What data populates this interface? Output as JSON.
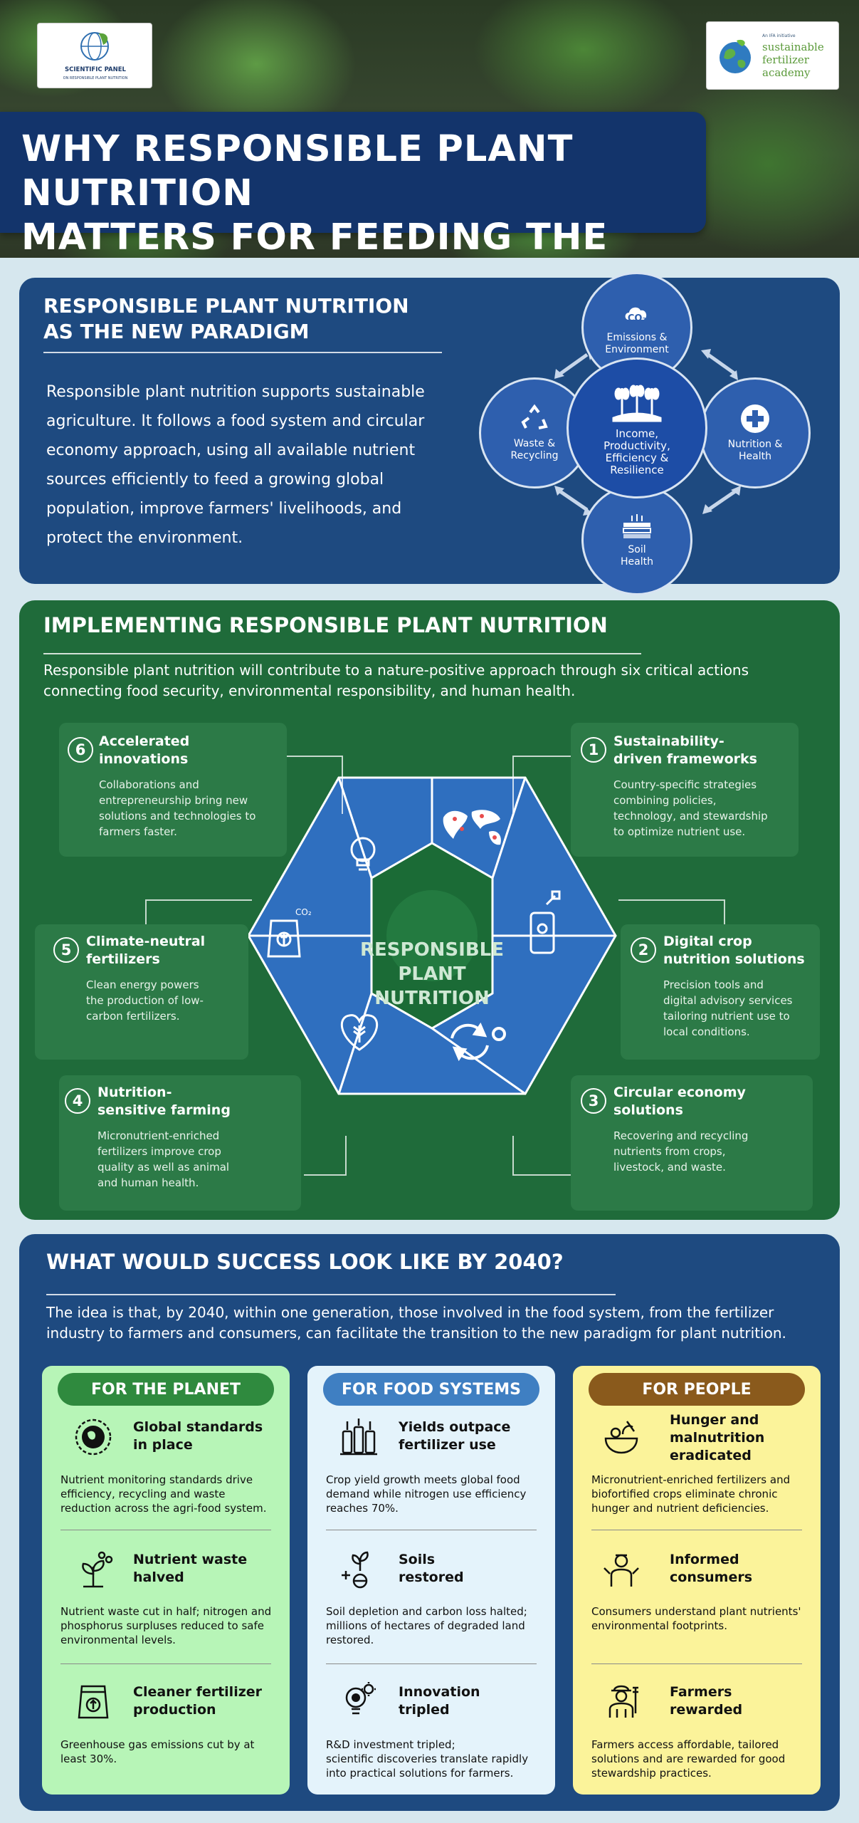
{
  "header": {
    "left_logo": {
      "name": "SCIENTIFIC PANEL",
      "sub": "ON RESPONSIBLE PLANT NUTRITION"
    },
    "right_logo": {
      "small": "An IFA initiative",
      "lines": [
        "sustainable",
        "fertilizer",
        "academy"
      ]
    },
    "title_line1": "WHY RESPONSIBLE PLANT NUTRITION",
    "title_line2": "MATTERS FOR FEEDING THE WORLD"
  },
  "paradigm": {
    "heading_line1": "RESPONSIBLE PLANT NUTRITION",
    "heading_line2": "AS THE NEW PARADIGM",
    "body_lines": [
      "Responsible plant nutrition supports sustainable",
      "agriculture. It follows a food system and circular",
      "economy approach, using all available nutrient",
      "sources efficiently to feed a growing global",
      "population, improve farmers' livelihoods, and",
      "protect the environment."
    ],
    "co2_label": "CO₂",
    "circles": {
      "top": "Emissions & Environment",
      "left": "Waste & Recycling",
      "right": "Nutrition & Health",
      "bottom": "Soil Health",
      "center": "Income, Productivity, Efficiency & Resilience"
    }
  },
  "implementing": {
    "heading": "IMPLEMENTING RESPONSIBLE PLANT NUTRITION",
    "intro_line1": "Responsible plant nutrition will contribute to a nature-positive approach through six critical actions",
    "intro_line2": "connecting food security, environmental responsibility, and human health.",
    "center_line1": "RESPONSIBLE",
    "center_line2": "PLANT",
    "center_line3": "NUTRITION",
    "actions": [
      {
        "num": "1",
        "title": "Sustainability-driven frameworks",
        "desc": "Country-specific strategies combining policies, technology, and stewardship to optimize nutrient use."
      },
      {
        "num": "2",
        "title": "Digital crop nutrition solutions",
        "desc": "Precision tools and digital advisory services tailoring nutrient use to local conditions."
      },
      {
        "num": "3",
        "title": "Circular economy solutions",
        "desc": "Recovering and recycling nutrients from crops, livestock, and waste."
      },
      {
        "num": "4",
        "title": "Nutrition-sensitive farming",
        "desc": "Micronutrient-enriched fertilizers improve crop quality as well as animal and human health."
      },
      {
        "num": "5",
        "title": "Climate-neutral fertilizers",
        "desc": "Clean energy powers the production of low-carbon fertilizers."
      },
      {
        "num": "6",
        "title": "Accelerated innovations",
        "desc": "Collaborations and entrepreneurship bring new solutions and technologies to farmers faster."
      }
    ]
  },
  "success": {
    "heading": "WHAT WOULD SUCCESS LOOK LIKE BY 2040?",
    "intro_line1": "The idea is that, by 2040, within one generation, those involved in the food system, from the fertilizer",
    "intro_line2": "industry to farmers and consumers, can facilitate the transition to the new paradigm for plant nutrition.",
    "columns": [
      {
        "label": "FOR THE PLANET",
        "items": [
          {
            "title_line1": "Global standards",
            "title_line2": "in place",
            "title_line3": "",
            "desc_lines": [
              "Nutrient monitoring standards drive",
              "efficiency, recycling and waste",
              "reduction across the agri-food system."
            ]
          },
          {
            "title_line1": "Nutrient waste",
            "title_line2": "halved",
            "title_line3": "",
            "desc_lines": [
              "Nutrient waste cut in half; nitrogen and",
              "phosphorus surpluses reduced to safe",
              "environmental levels."
            ]
          },
          {
            "title_line1": "Cleaner fertilizer",
            "title_line2": "production",
            "title_line3": "",
            "desc_lines": [
              "Greenhouse gas emissions cut by at",
              "least 30%."
            ]
          }
        ]
      },
      {
        "label": "FOR FOOD SYSTEMS",
        "items": [
          {
            "title_line1": "Yields outpace",
            "title_line2": "fertilizer use",
            "title_line3": "",
            "desc_lines": [
              "Crop yield growth meets global food",
              "demand while nitrogen use efficiency",
              "reaches 70%."
            ]
          },
          {
            "title_line1": "Soils",
            "title_line2": "restored",
            "title_line3": "",
            "desc_lines": [
              "Soil depletion and carbon loss halted;",
              "millions of hectares of degraded land",
              "restored."
            ]
          },
          {
            "title_line1": "Innovation",
            "title_line2": "tripled",
            "title_line3": "",
            "desc_lines": [
              "R&D investment tripled;",
              "scientific discoveries translate rapidly",
              "into practical solutions for farmers."
            ]
          }
        ]
      },
      {
        "label": "FOR PEOPLE",
        "items": [
          {
            "title_line1": "Hunger and",
            "title_line2": "malnutrition",
            "title_line3": "eradicated",
            "desc_lines": [
              "Micronutrient-enriched fertilizers and",
              "biofortified crops eliminate chronic",
              "hunger and nutrient deficiencies."
            ]
          },
          {
            "title_line1": "Informed",
            "title_line2": "consumers",
            "title_line3": "",
            "desc_lines": [
              "Consumers understand plant nutrients'",
              "environmental footprints."
            ]
          },
          {
            "title_line1": "Farmers",
            "title_line2": "rewarded",
            "title_line3": "",
            "desc_lines": [
              "Farmers access affordable, tailored",
              "solutions and are rewarded for good",
              "stewardship practices."
            ]
          }
        ]
      }
    ]
  },
  "colors": {
    "navy": "#13346b",
    "blue_panel": "#1e4a80",
    "green_panel": "#1f6b3a",
    "planet_bg": "#b7f5b7",
    "planet_pill": "#2f8a3e",
    "food_bg": "#e4f3fb",
    "food_pill": "#3f7fc2",
    "people_bg": "#fbf39a",
    "people_pill": "#8a5a1c"
  }
}
